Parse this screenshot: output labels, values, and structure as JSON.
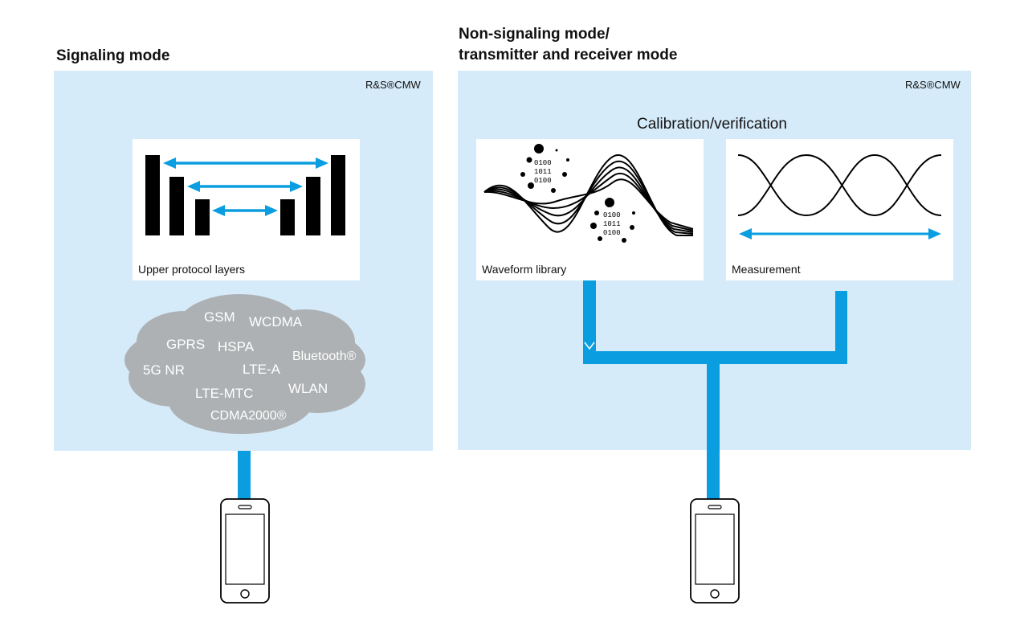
{
  "colors": {
    "panel": "#d6ebf9",
    "connector": "#0a9ee0",
    "cloud": "#aeb1b3",
    "ink": "#000000"
  },
  "left": {
    "heading": "Signaling mode",
    "brand": "R&S®CMW",
    "card_label": "Upper protocol layers",
    "cloud_items": [
      {
        "text": "GSM"
      },
      {
        "text": "WCDMA"
      },
      {
        "text": "GPRS"
      },
      {
        "text": "HSPA"
      },
      {
        "text": "Bluetooth®"
      },
      {
        "text": "5G NR"
      },
      {
        "text": "LTE-A"
      },
      {
        "text": "WLAN"
      },
      {
        "text": "LTE-MTC"
      },
      {
        "text": "CDMA2000®"
      }
    ]
  },
  "right": {
    "heading_line1": "Non-signaling mode/",
    "heading_line2": "transmitter and receiver mode",
    "brand": "R&S®CMW",
    "calibration_title": "Calibration/verification",
    "waveform_label": "Waveform library",
    "measurement_label": "Measurement",
    "binary_lines": [
      "0100",
      "1011",
      "0100"
    ]
  },
  "icons": {
    "device": "smartphone-icon",
    "protocol": "protocol-layers-icon"
  }
}
